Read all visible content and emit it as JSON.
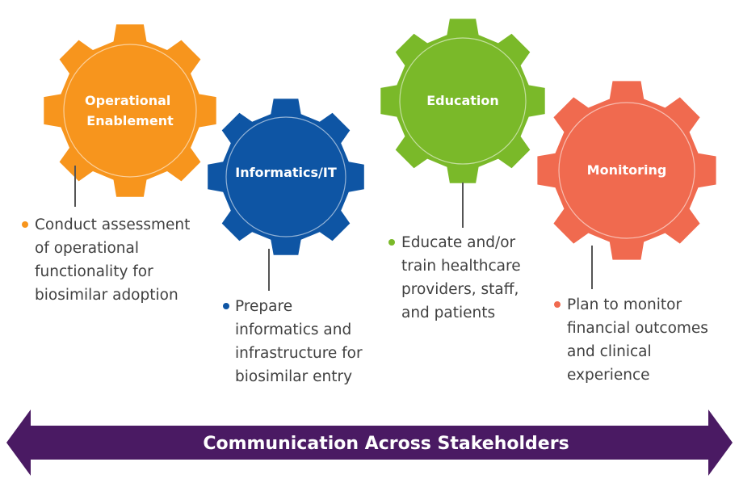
{
  "colors": {
    "operational": "#F7951D",
    "informatics": "#0E55A4",
    "education": "#7AB929",
    "monitoring": "#F06A4F",
    "banner": "#4A1A63",
    "connector": "#555555",
    "text": "#404040"
  },
  "gears": [
    {
      "label_lines": [
        "Operational",
        "Enablement"
      ],
      "color_key": "operational",
      "bullet_lines": [
        "Conduct assessment",
        "of operational",
        "functionality for",
        "biosimilar adoption"
      ]
    },
    {
      "label_lines": [
        "Informatics/IT"
      ],
      "color_key": "informatics",
      "bullet_lines": [
        "Prepare",
        "informatics and",
        "infrastructure for",
        "biosimilar entry"
      ]
    },
    {
      "label_lines": [
        "Education"
      ],
      "color_key": "education",
      "bullet_lines": [
        "Educate and/or",
        "train healthcare",
        "providers, staff,",
        "and patients"
      ]
    },
    {
      "label_lines": [
        "Monitoring"
      ],
      "color_key": "monitoring",
      "bullet_lines": [
        "Plan to monitor",
        "financial outcomes",
        "and clinical",
        "experience"
      ]
    }
  ],
  "banner": {
    "text": "Communication Across Stakeholders"
  }
}
